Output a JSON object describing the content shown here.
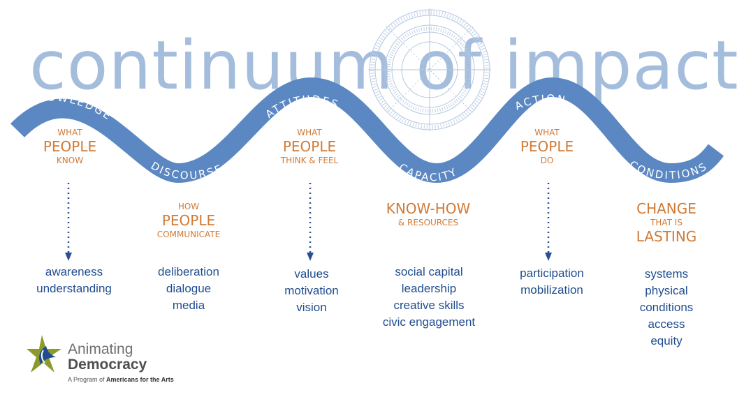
{
  "title": "continuum of impact",
  "wave_labels": {
    "knowledge": "KNOWLEDGE",
    "discourse": "DISCOURSE",
    "attitudes": "ATTITUDES",
    "capacity": "CAPACITY",
    "action": "ACTION",
    "conditions": "CONDITIONS"
  },
  "headings": {
    "knowledge": {
      "top": "WHAT",
      "main": "PEOPLE",
      "bottom": "KNOW"
    },
    "discourse": {
      "top": "HOW",
      "main": "PEOPLE",
      "bottom": "COMMUNICATE"
    },
    "attitudes": {
      "top": "WHAT",
      "main": "PEOPLE",
      "bottom": "THINK & FEEL"
    },
    "capacity": {
      "main": "KNOW-HOW",
      "bottom": "& RESOURCES"
    },
    "action": {
      "top": "WHAT",
      "main": "PEOPLE",
      "bottom": "DO"
    },
    "conditions": {
      "main": "CHANGE",
      "middle": "THAT IS",
      "main2": "LASTING"
    }
  },
  "outcomes": {
    "knowledge": [
      "awareness",
      "understanding"
    ],
    "discourse": [
      "deliberation",
      "dialogue",
      "media"
    ],
    "attitudes": [
      "values",
      "motivation",
      "vision"
    ],
    "capacity": [
      "social capital",
      "leadership",
      "creative skills",
      "civic engagement"
    ],
    "action": [
      "participation",
      "mobilization"
    ],
    "conditions": [
      "systems",
      "physical",
      "conditions",
      "access",
      "equity"
    ]
  },
  "logo": {
    "name_line1": "Animating",
    "name_line2": "Democracy",
    "tagline_prefix": "A Program of ",
    "tagline_org": "Americans for the Arts"
  },
  "colors": {
    "title": "#a4bddc",
    "wave": "#5b88c2",
    "heading": "#d17a35",
    "outcome": "#1f4d8f",
    "arrow": "#2b4f93",
    "logo_green": "#8c9a2c"
  }
}
